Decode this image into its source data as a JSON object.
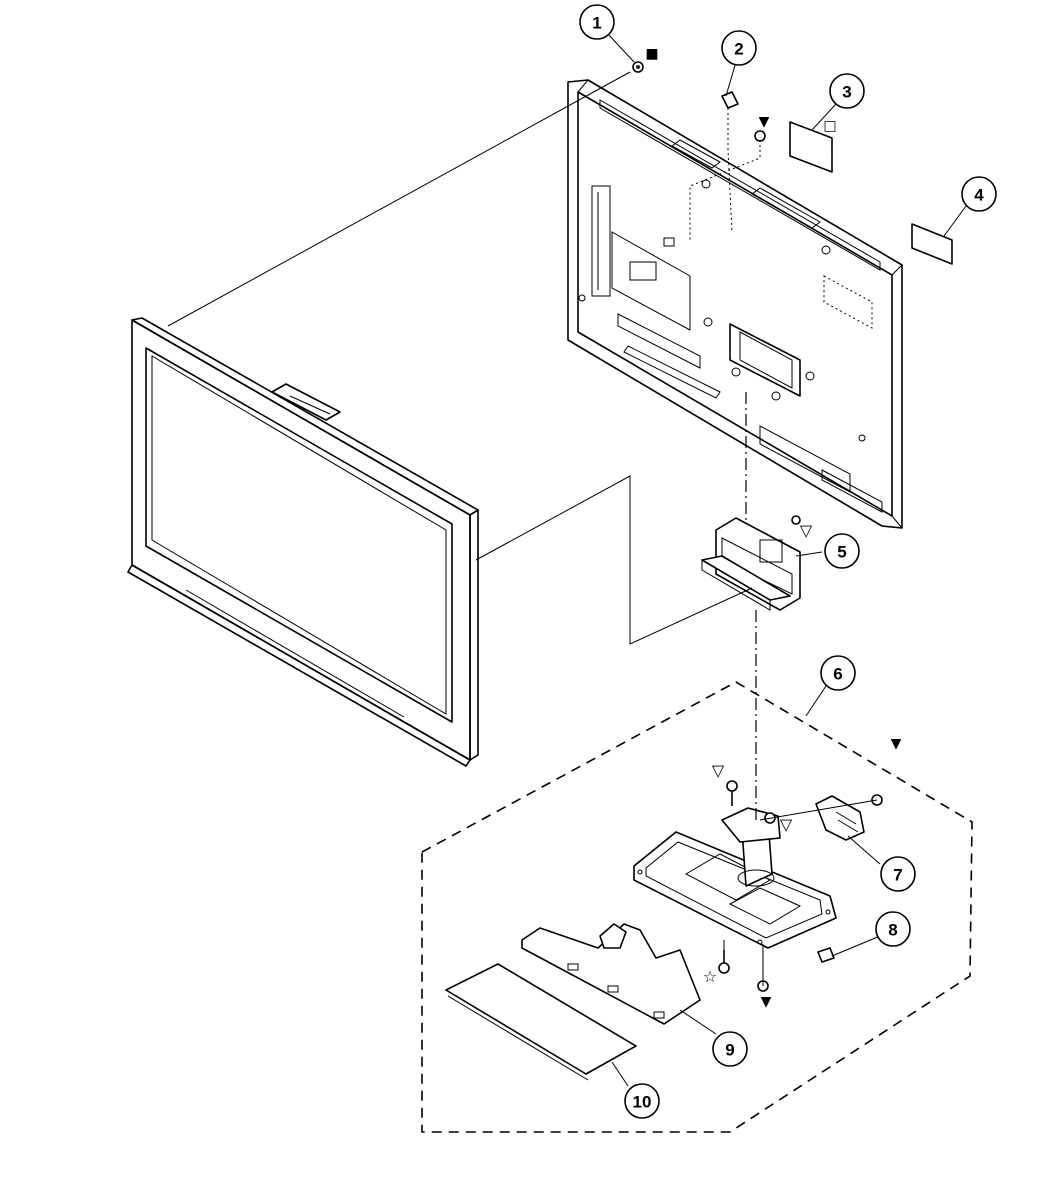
{
  "callouts": [
    {
      "num": "1"
    },
    {
      "num": "2"
    },
    {
      "num": "3"
    },
    {
      "num": "4"
    },
    {
      "num": "5"
    },
    {
      "num": "6"
    },
    {
      "num": "7"
    },
    {
      "num": "8"
    },
    {
      "num": "9"
    },
    {
      "num": "10"
    }
  ],
  "symbols": {
    "filled_square": "■",
    "open_square": "□",
    "filled_triangle": "▼",
    "open_triangle": "▽",
    "open_star": "☆"
  }
}
